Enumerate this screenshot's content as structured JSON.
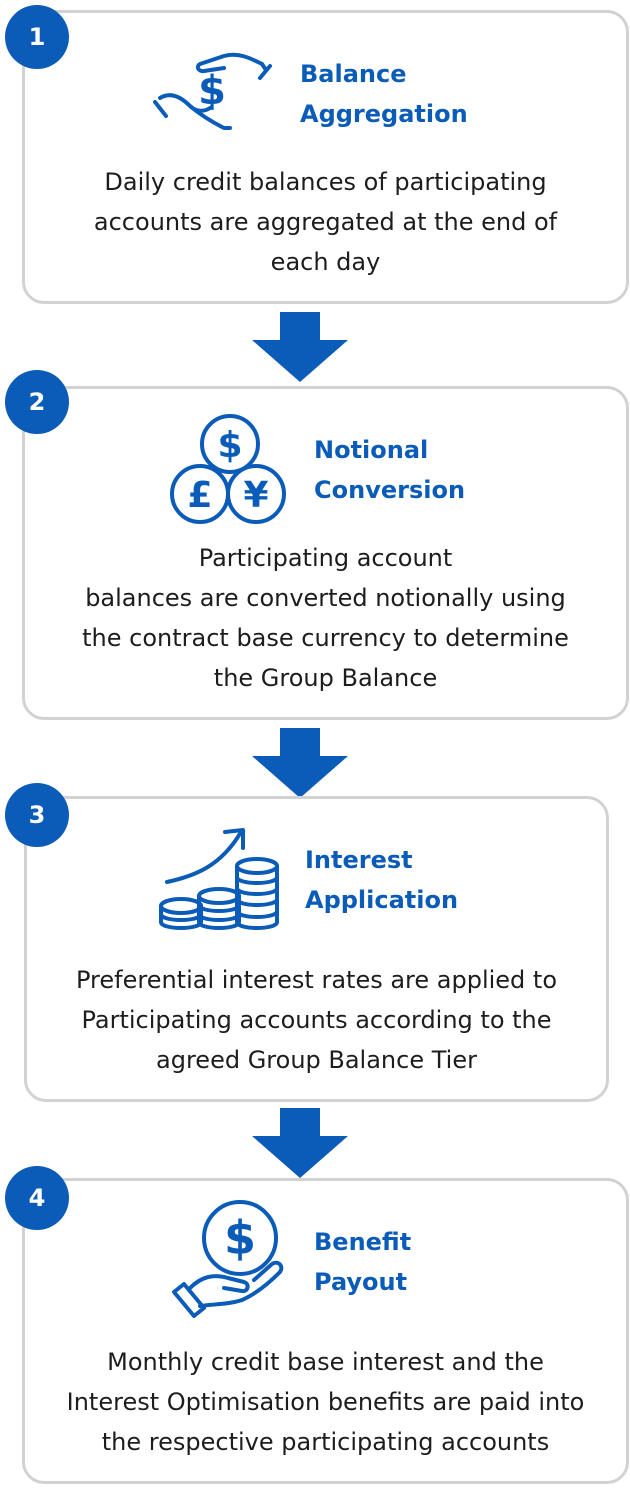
{
  "accent_color": "#0b5cb8",
  "steps": [
    {
      "number": "1",
      "icon": "money-exchange-hands-icon",
      "title_line1": "Balance",
      "title_line2": "Aggregation",
      "desc_lines": [
        "Daily credit balances of participating",
        "accounts are aggregated at the end of",
        "each day"
      ]
    },
    {
      "number": "2",
      "icon": "currency-coins-icon",
      "title_line1": "Notional",
      "title_line2": "Conversion",
      "desc_lines": [
        "Participating account",
        "balances are converted notionally using",
        "the contract base currency to determine",
        "the Group Balance"
      ]
    },
    {
      "number": "3",
      "icon": "coin-stacks-growth-icon",
      "title_line1": "Interest",
      "title_line2": "Application",
      "desc_lines": [
        "Preferential interest rates are applied to",
        "Participating accounts according to the",
        "agreed Group Balance Tier"
      ]
    },
    {
      "number": "4",
      "icon": "hand-holding-dollar-icon",
      "title_line1": "Benefit",
      "title_line2": "Payout",
      "desc_lines": [
        "Monthly credit base interest and the",
        "Interest Optimisation benefits are paid into",
        "the respective participating accounts"
      ]
    }
  ]
}
